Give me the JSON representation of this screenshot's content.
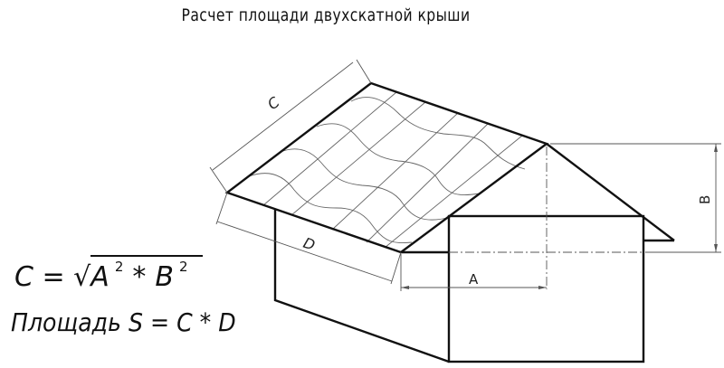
{
  "title": "Расчет площади двухскатной крыши",
  "dimensions": {
    "c_label": "C",
    "d_label": "D",
    "a_label": "A",
    "b_label": "B"
  },
  "formulas": {
    "hypotenuse": {
      "lhs": "C =",
      "radical_symbol": "√",
      "term1": "A",
      "exp1": "2",
      "operator": "*",
      "term2": "B",
      "exp2": "2"
    },
    "area": "Площадь S = C * D"
  },
  "colors": {
    "line": "#111111",
    "thin_line": "#555555",
    "background": "#ffffff"
  }
}
